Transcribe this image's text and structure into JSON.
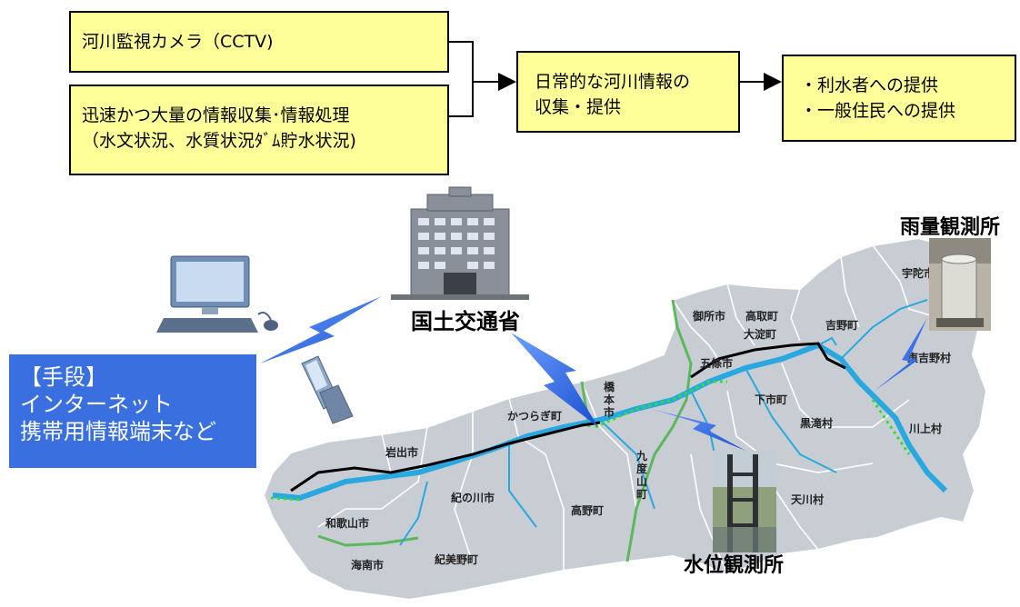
{
  "flow": {
    "box_cctv": "河川監視カメラ（CCTV)",
    "box_info_line1": "迅速かつ大量の情報収集･情報処理",
    "box_info_line2": "（水文状況、水質状況ﾀﾞﾑ貯水状況)",
    "box_daily_line1": "日常的な河川情報の",
    "box_daily_line2": "収集・提供",
    "box_provide_line1": "・利水者への提供",
    "box_provide_line2": "・一般住民への提供"
  },
  "labels": {
    "ministry": "国土交通省",
    "rain_station": "雨量観測所",
    "water_station": "水位観測所"
  },
  "means": {
    "title": "【手段】",
    "line1": "インターネット",
    "line2": "携帯用情報端末など"
  },
  "municipalities": {
    "uda": "宇陀市",
    "gose": "御所市",
    "takatori": "高取町",
    "oyodo": "大淀町",
    "yoshino": "吉野町",
    "higashiyoshino": "東吉野村",
    "gojo": "五條市",
    "hashimoto": "橋本市",
    "katsuragi": "かつらぎ町",
    "shimoichi": "下市町",
    "kurotaki": "黒滝村",
    "kawakami": "川上村",
    "iwade": "岩出市",
    "kudoyama": "九度山町",
    "kinokawa": "紀の川市",
    "koya": "高野町",
    "tenkawa": "天川村",
    "wakayama": "和歌山市",
    "kimino": "紀美野町",
    "kainan": "海南市"
  },
  "colors": {
    "box_fill": "#ffff99",
    "means_fill": "#3a6fe0",
    "river": "#29a8e0",
    "boundary": "#000000",
    "map_fill": "#c8cdd4",
    "border_green": "#5cb85c"
  }
}
